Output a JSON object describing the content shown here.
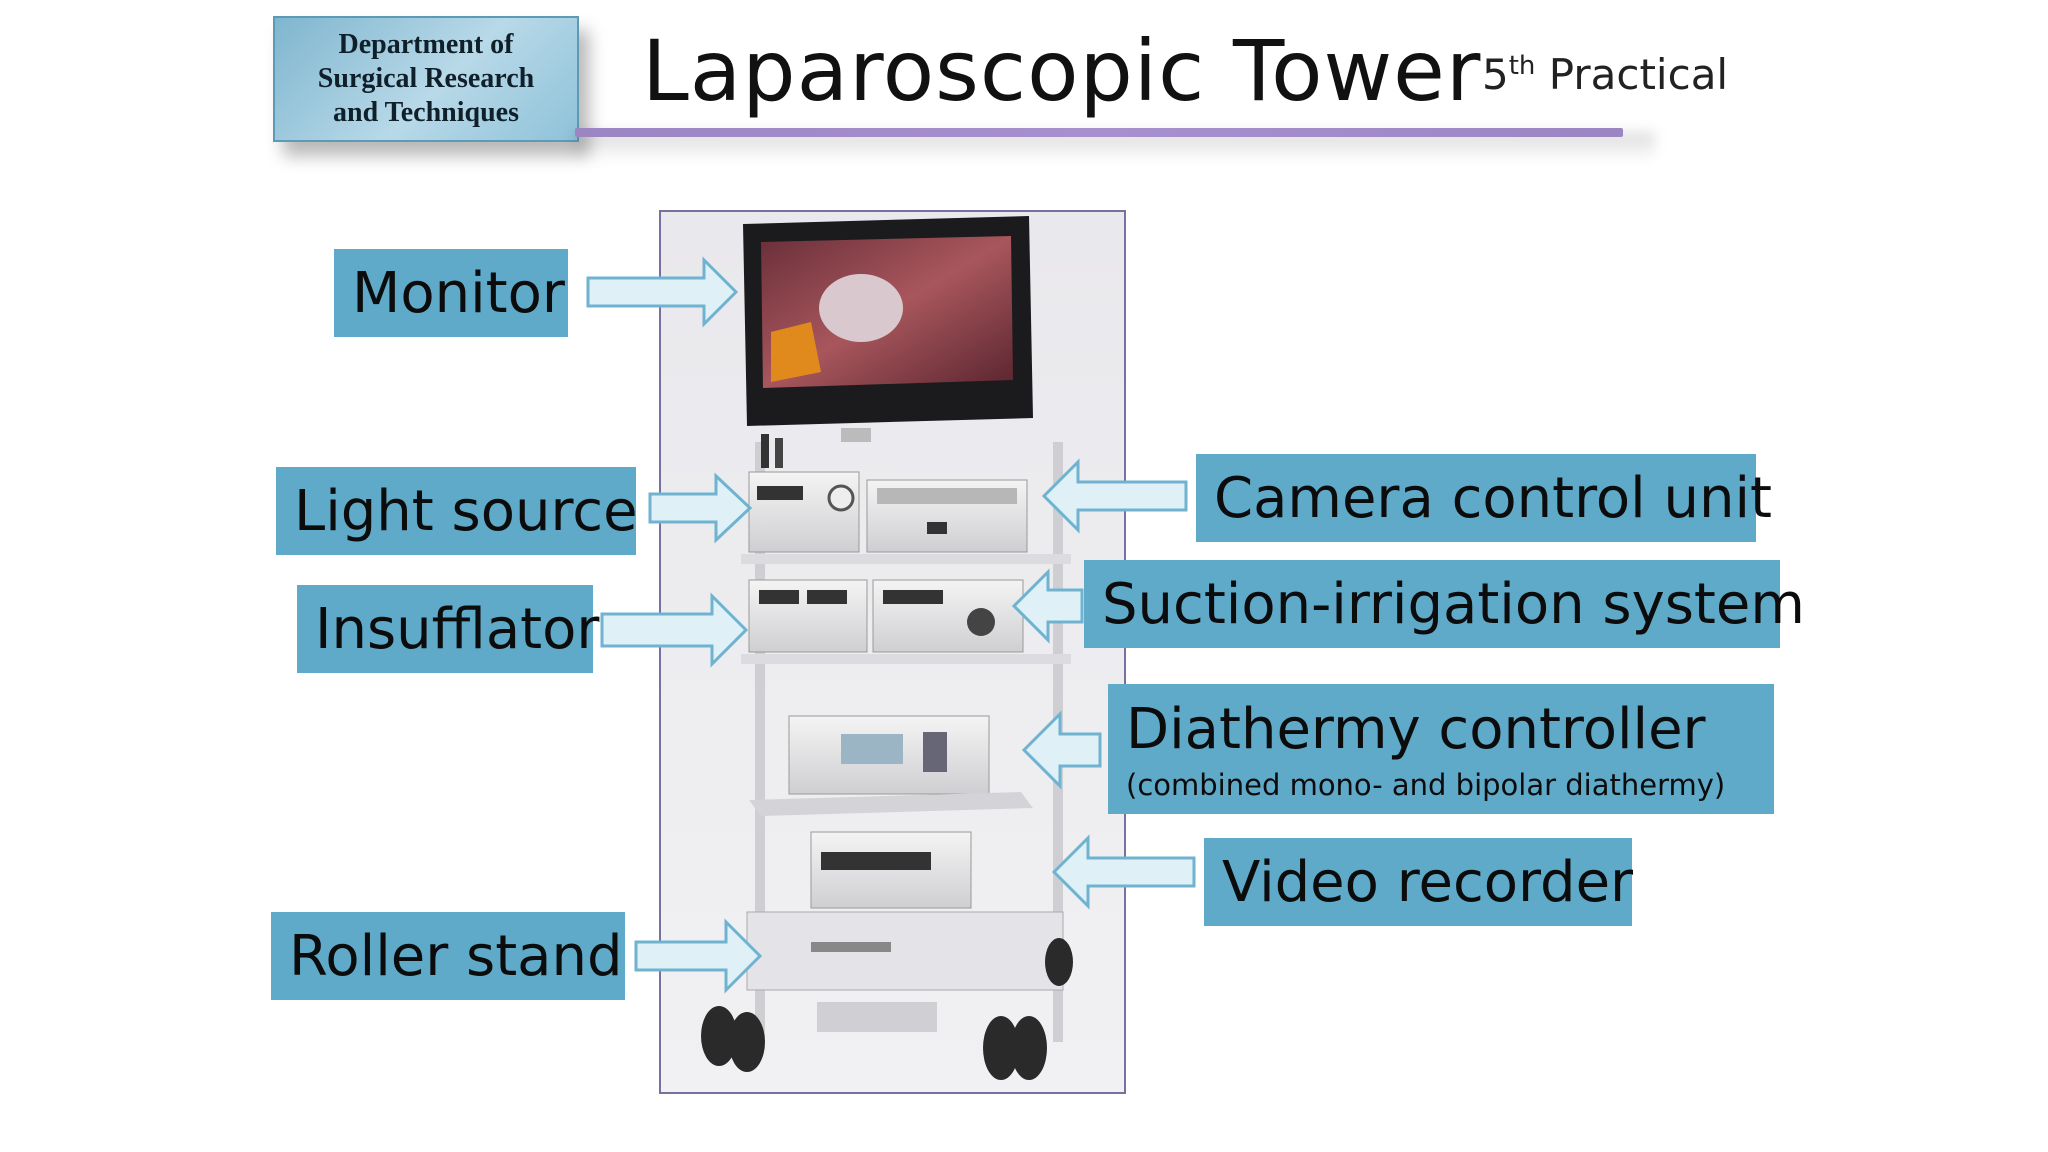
{
  "header": {
    "dept_line1": "Department of",
    "dept_line2": "Surgical Research",
    "dept_line3": "and Techniques",
    "title": "Laparoscopic Tower",
    "practical_num": "5",
    "practical_sup": "th",
    "practical_word": "Practical"
  },
  "labels": {
    "monitor": "Monitor",
    "light_source": "Light source",
    "insufflator": "Insufflator",
    "roller_stand": "Roller stand",
    "camera_control_unit": "Camera control unit",
    "suction_irrigation": "Suction-irrigation system",
    "diathermy": "Diathermy controller",
    "diathermy_sub": "(combined mono- and bipolar diathermy)",
    "video_recorder": "Video recorder"
  },
  "colors": {
    "label_fill": "#5fa9c9",
    "arrow_fill": "#dff0f7",
    "arrow_stroke": "#6fb3d1",
    "rule": "#a890cf"
  }
}
